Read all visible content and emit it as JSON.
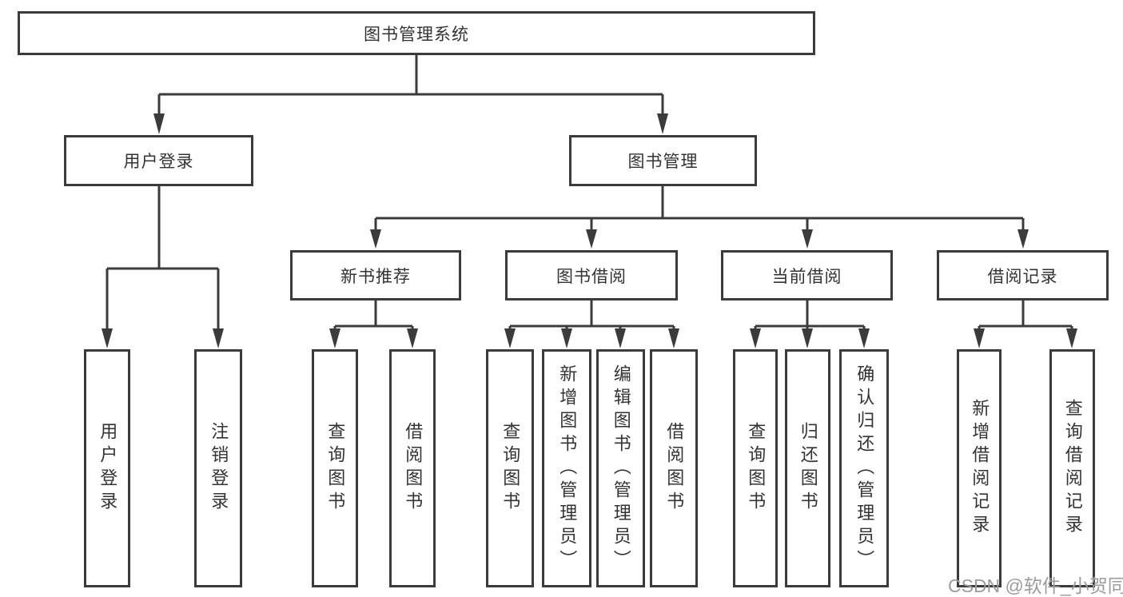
{
  "diagram_title": "图书管理系统",
  "root": {
    "label": "图书管理系统"
  },
  "level1": [
    {
      "label": "用户登录"
    },
    {
      "label": "图书管理"
    }
  ],
  "groups": [
    {
      "label": "新书推荐"
    },
    {
      "label": "图书借阅"
    },
    {
      "label": "当前借阅"
    },
    {
      "label": "借阅记录"
    }
  ],
  "leaves": {
    "login": [
      {
        "label": "用户登录"
      },
      {
        "label": "注销登录"
      }
    ],
    "newbook": [
      {
        "label": "查询图书"
      },
      {
        "label": "借阅图书"
      }
    ],
    "borrow": [
      {
        "label": "查询图书"
      },
      {
        "label": "新增图书（管理员）"
      },
      {
        "label": "编辑图书（管理员）"
      },
      {
        "label": "借阅图书"
      }
    ],
    "current": [
      {
        "label": "查询图书"
      },
      {
        "label": "归还图书"
      },
      {
        "label": "确认归还（管理员）"
      }
    ],
    "records": [
      {
        "label": "新增借阅记录"
      },
      {
        "label": "查询借阅记录"
      }
    ]
  },
  "watermark": "CSDN @软件_小贺同学",
  "colors": {
    "line": "#3b3b3b",
    "text": "#333333",
    "watermark": "#9c9c9c",
    "background": "#ffffff"
  }
}
